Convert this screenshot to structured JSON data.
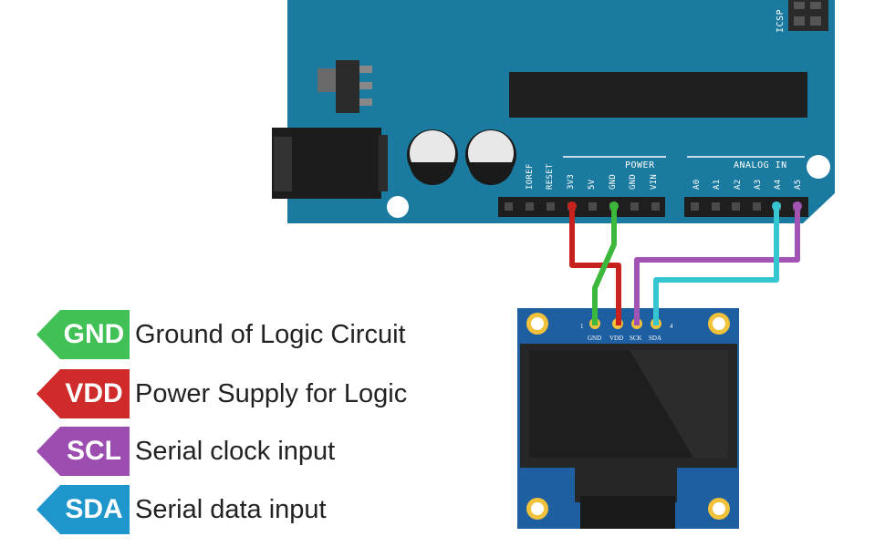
{
  "board": {
    "icsp_label": "ICSP",
    "power_header_label": "POWER",
    "analog_header_label": "ANALOG IN",
    "power_pins": [
      "IOREF",
      "RESET",
      "3V3",
      "5V",
      "GND",
      "GND",
      "VIN"
    ],
    "analog_pins": [
      "A0",
      "A1",
      "A2",
      "A3",
      "A4",
      "A5"
    ]
  },
  "oled": {
    "pin_numbers": [
      "1",
      "4"
    ],
    "pins": [
      "GND",
      "VDD",
      "SCK",
      "SDA"
    ]
  },
  "wire_colors": {
    "gnd": "#3cb83c",
    "vdd": "#c8221f",
    "scl": "#a254b4",
    "sda": "#35c6d2"
  },
  "legend": [
    {
      "code": "GND",
      "description": "Ground of Logic Circuit",
      "color": "#40c055"
    },
    {
      "code": "VDD",
      "description": "Power Supply for Logic",
      "color": "#d02b2b"
    },
    {
      "code": "SCL",
      "description": "Serial clock input",
      "color": "#9b4eb0"
    },
    {
      "code": "SDA",
      "description": "Serial data input",
      "color": "#1e96cc"
    }
  ]
}
